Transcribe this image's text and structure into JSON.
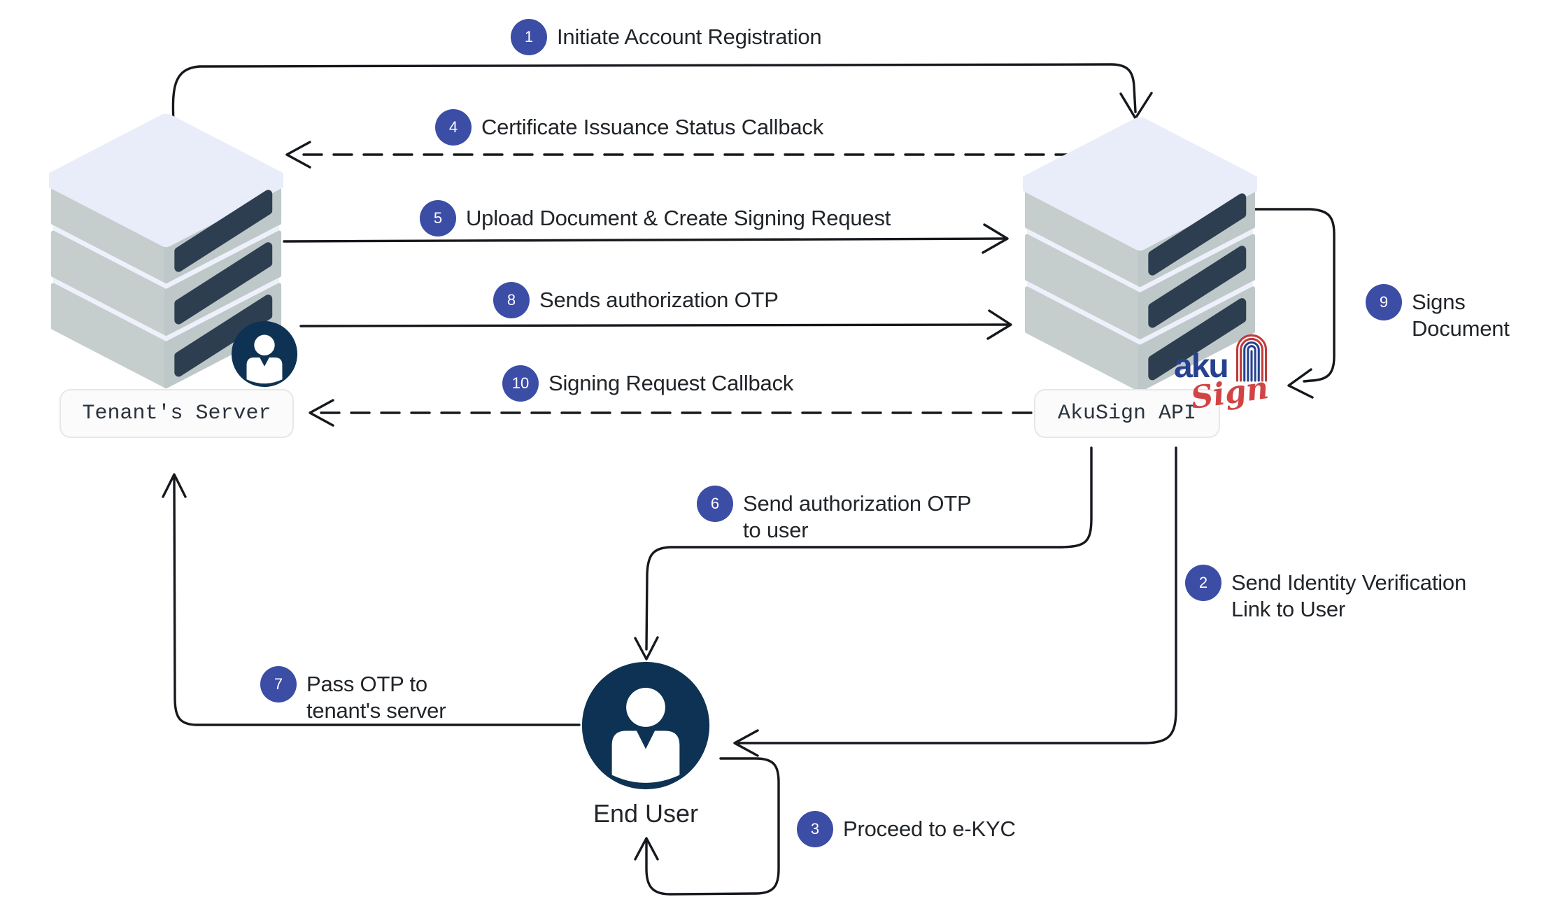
{
  "page": {
    "background": "#ffffff"
  },
  "palette": {
    "badge_blue": "#3c4da6",
    "line_black": "#15181c",
    "avatar_navy": "#0e3253",
    "server_top": "#e9edfa",
    "server_side": "#c5cdcd",
    "server_slot": "#2d3e50",
    "logo_blue": "#27418f",
    "logo_red": "#d24444"
  },
  "entities": {
    "tenant_server": {
      "label": "Tenant's Server"
    },
    "akusign_api": {
      "label": "AkuSign API"
    },
    "end_user": {
      "label": "End User"
    },
    "logo": {
      "word_top": "aku",
      "word_bottom": "Sign"
    }
  },
  "steps": [
    {
      "num": "1",
      "text": "Initiate Account Registration"
    },
    {
      "num": "2",
      "text": "Send Identity Verification\nLink to User"
    },
    {
      "num": "3",
      "text": "Proceed to e-KYC"
    },
    {
      "num": "4",
      "text": "Certificate Issuance Status Callback"
    },
    {
      "num": "5",
      "text": "Upload Document & Create Signing Request"
    },
    {
      "num": "6",
      "text": "Send authorization OTP\nto user"
    },
    {
      "num": "7",
      "text": "Pass OTP to\ntenant's server"
    },
    {
      "num": "8",
      "text": "Sends authorization OTP"
    },
    {
      "num": "9",
      "text": "Signs\nDocument"
    },
    {
      "num": "10",
      "text": "Signing Request Callback"
    }
  ],
  "arrows": [
    {
      "step": "1",
      "from": "tenant_server",
      "to": "akusign_api",
      "style": "solid"
    },
    {
      "step": "2",
      "from": "akusign_api",
      "to": "end_user",
      "style": "solid"
    },
    {
      "step": "3",
      "from": "end_user",
      "to": "end_user",
      "style": "solid"
    },
    {
      "step": "4",
      "from": "akusign_api",
      "to": "tenant_server",
      "style": "dashed"
    },
    {
      "step": "5",
      "from": "tenant_server",
      "to": "akusign_api",
      "style": "solid"
    },
    {
      "step": "6",
      "from": "akusign_api",
      "to": "end_user",
      "style": "solid"
    },
    {
      "step": "7",
      "from": "end_user",
      "to": "tenant_server",
      "style": "solid"
    },
    {
      "step": "8",
      "from": "tenant_server",
      "to": "akusign_api",
      "style": "solid"
    },
    {
      "step": "9",
      "from": "akusign_api",
      "to": "akusign_api",
      "style": "solid"
    },
    {
      "step": "10",
      "from": "akusign_api",
      "to": "tenant_server",
      "style": "dashed"
    }
  ]
}
